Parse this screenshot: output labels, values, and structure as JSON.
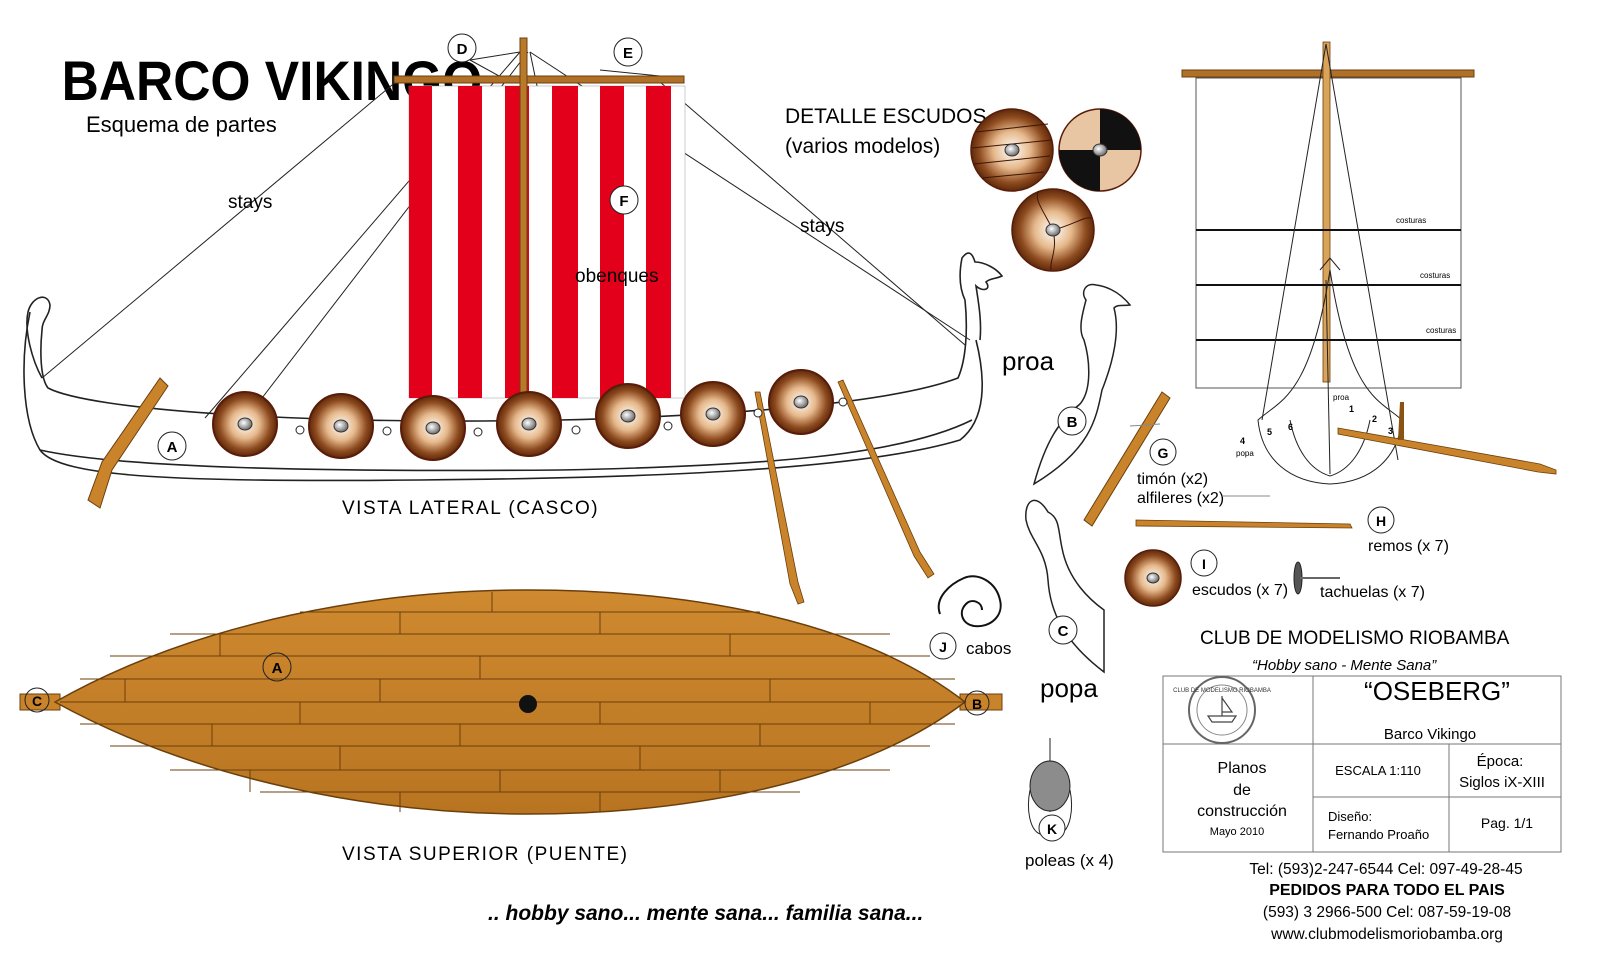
{
  "header": {
    "title": "BARCO VIKINGO",
    "subtitle": "Esquema de partes"
  },
  "labels": {
    "stays_left": "stays",
    "stays_right": "stays",
    "obenques": "obenques",
    "side_view": "VISTA LATERAL  (CASCO)",
    "top_view": "VISTA SUPERIOR  (PUENTE)",
    "shield_detail_1": "DETALLE ESCUDOS",
    "shield_detail_2": "(varios modelos)",
    "proa": "proa",
    "popa": "popa",
    "timon": "timón (x2)",
    "alfileres": "alfileres (x2)",
    "remos": "remos (x 7)",
    "escudos": "escudos (x 7)",
    "tachuelas": "tachuelas (x 7)",
    "cabos": "cabos",
    "poleas": "poleas (x 4)",
    "costuras_1": "costuras",
    "costuras_2": "costuras",
    "costuras_3": "costuras",
    "front_proa": "proa",
    "front_popa": "popa",
    "front_nums": [
      "1",
      "2",
      "3",
      "4",
      "5",
      "6"
    ]
  },
  "markers": {
    "A_side": "A",
    "A_top": "A",
    "B_top": "B",
    "C_top": "C",
    "D": "D",
    "E": "E",
    "F": "F",
    "B_piece": "B",
    "C_piece": "C",
    "G": "G",
    "H": "H",
    "I": "I",
    "J": "J",
    "K": "K"
  },
  "titleblock": {
    "club": "CLUB DE MODELISMO RIOBAMBA",
    "motto": "“Hobby sano - Mente Sana”",
    "model": "“OSEBERG”",
    "model_sub": "Barco Vikingo",
    "planos_1": "Planos",
    "planos_2": "de",
    "planos_3": "construcción",
    "date": "Mayo 2010",
    "escala": "ESCALA 1:110",
    "epoca_label": "Época:",
    "epoca_value": "Siglos iX-XIII",
    "diseno_label": "Diseño:",
    "diseno_value": "Fernando Proaño",
    "page": "Pag. 1/1",
    "seal_text": "CLUB DE MODELISMO RIOBAMBA"
  },
  "contact": {
    "tel": "Tel: (593)2-247-6544 Cel:  097-49-28-45",
    "pedidos": "PEDIDOS PARA TODO EL PAIS",
    "tel2": "(593) 3 2966-500  Cel: 087-59-19-08",
    "web": "www.clubmodelismoriobamba.org"
  },
  "footer": {
    "slogan": ".. hobby sano... mente sana... familia sana..."
  },
  "colors": {
    "sail_red": "#e3001b",
    "wood": "#c9842b",
    "wood_dark": "#8a5313",
    "shield_rim": "#7a2a12"
  }
}
